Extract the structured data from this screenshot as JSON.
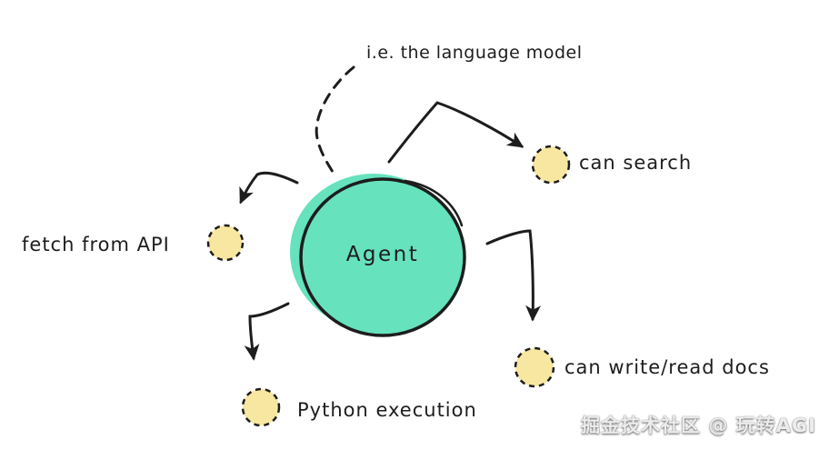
{
  "diagram": {
    "annotation": "i.e. the language model",
    "agent_label": "Agent",
    "nodes": [
      {
        "id": "can-search",
        "label": "can search"
      },
      {
        "id": "fetch-from-api",
        "label": "fetch from API"
      },
      {
        "id": "can-write-read-docs",
        "label": "can write/read docs"
      },
      {
        "id": "python-execution",
        "label": "Python execution"
      }
    ],
    "watermark": "掘金技术社区 @ 玩转AGI",
    "colors": {
      "agent_fill": "#66e2bd",
      "node_fill": "#f8e7a1",
      "stroke": "#1d1d1d",
      "background": "#ffffff"
    }
  }
}
